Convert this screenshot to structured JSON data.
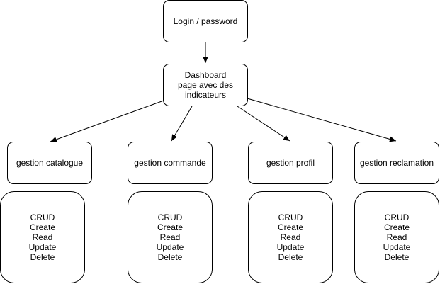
{
  "login": {
    "label": "Login / password"
  },
  "dashboard": {
    "lines": [
      "Dashboard",
      "page avec des",
      "indicateurs"
    ]
  },
  "modules": [
    {
      "label": "gestion catalogue",
      "crud": [
        "CRUD",
        "Create",
        "Read",
        "Update",
        "Delete"
      ]
    },
    {
      "label": "gestion commande",
      "crud": [
        "CRUD",
        "Create",
        "Read",
        "Update",
        "Delete"
      ]
    },
    {
      "label": "gestion profil",
      "crud": [
        "CRUD",
        "Create",
        "Read",
        "Update",
        "Delete"
      ]
    },
    {
      "label": "gestion reclamation",
      "crud": [
        "CRUD",
        "Create",
        "Read",
        "Update",
        "Delete"
      ]
    }
  ],
  "colors": {
    "stroke": "#000000",
    "fill": "#ffffff"
  }
}
